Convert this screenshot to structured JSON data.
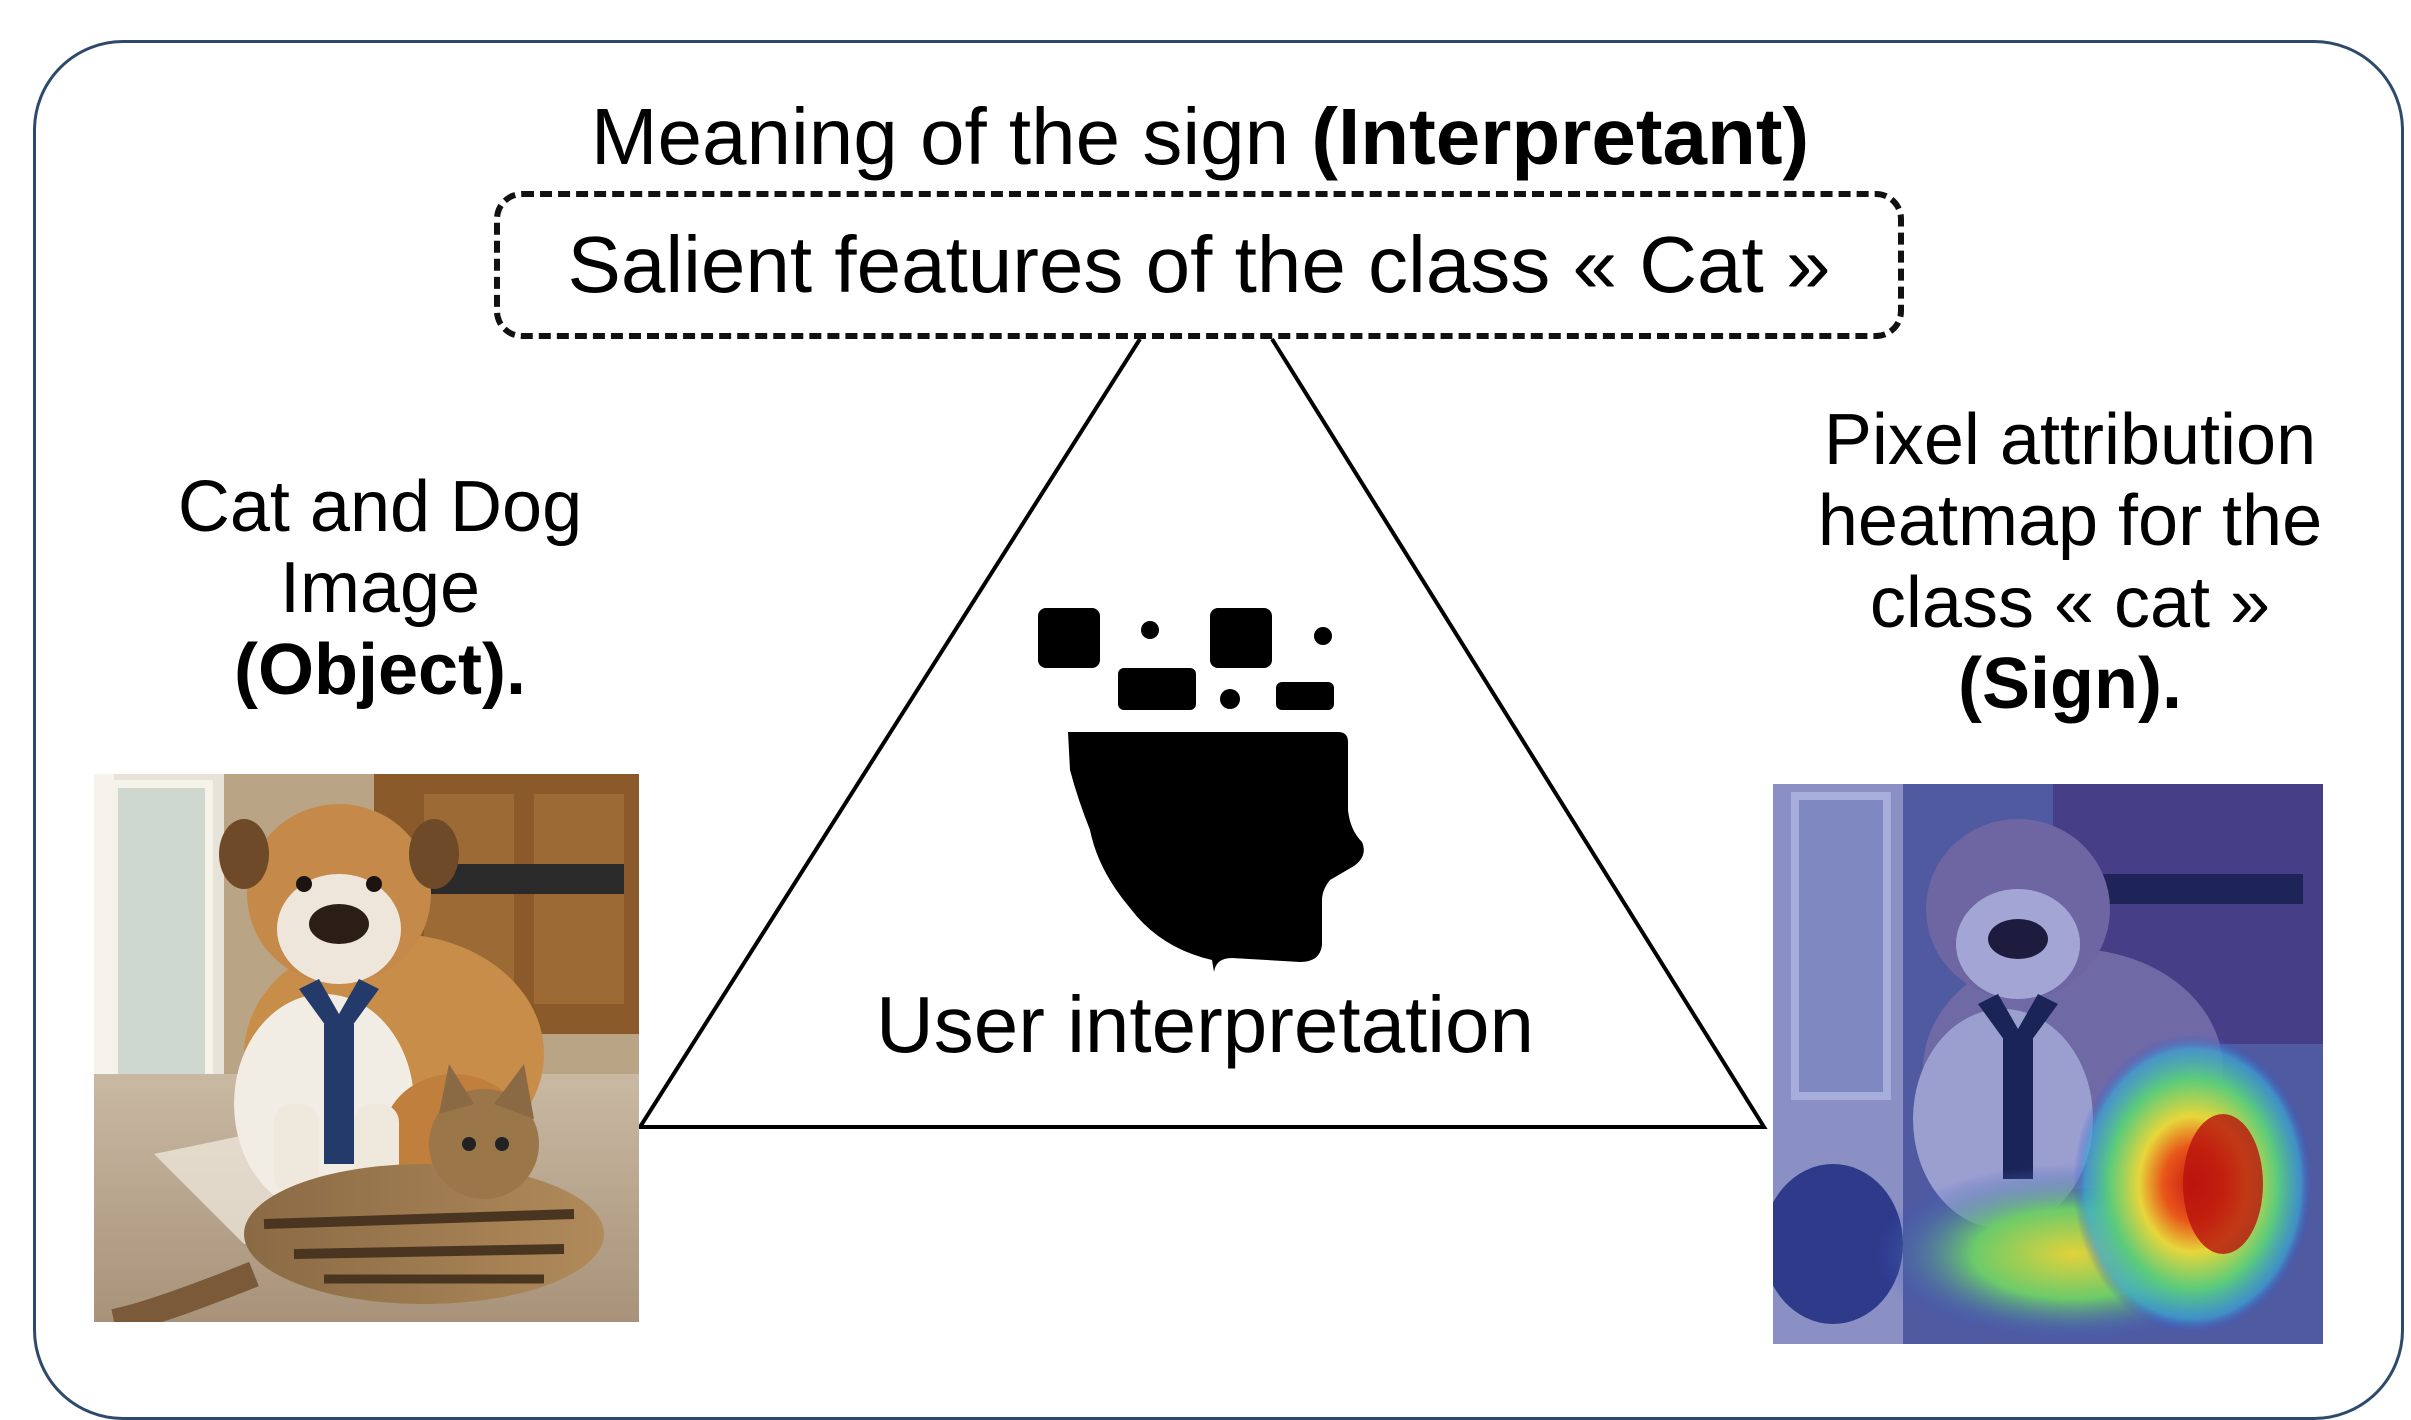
{
  "interpretant": {
    "title_plain": "Meaning of the sign ",
    "title_bold": "(Interpretant)",
    "box_text": "Salient features of the class « Cat »"
  },
  "object": {
    "line1": "Cat and Dog",
    "line2": "Image",
    "line3": "(Object)."
  },
  "sign": {
    "line1": "Pixel attribution",
    "line2": "heatmap for the",
    "line3": "class « cat »",
    "line4": "(Sign)."
  },
  "center": {
    "label": "User interpretation",
    "icon": "head-with-thought-blocks-icon"
  },
  "colors": {
    "frame_border": "#2d4a6b",
    "text": "#000000"
  }
}
